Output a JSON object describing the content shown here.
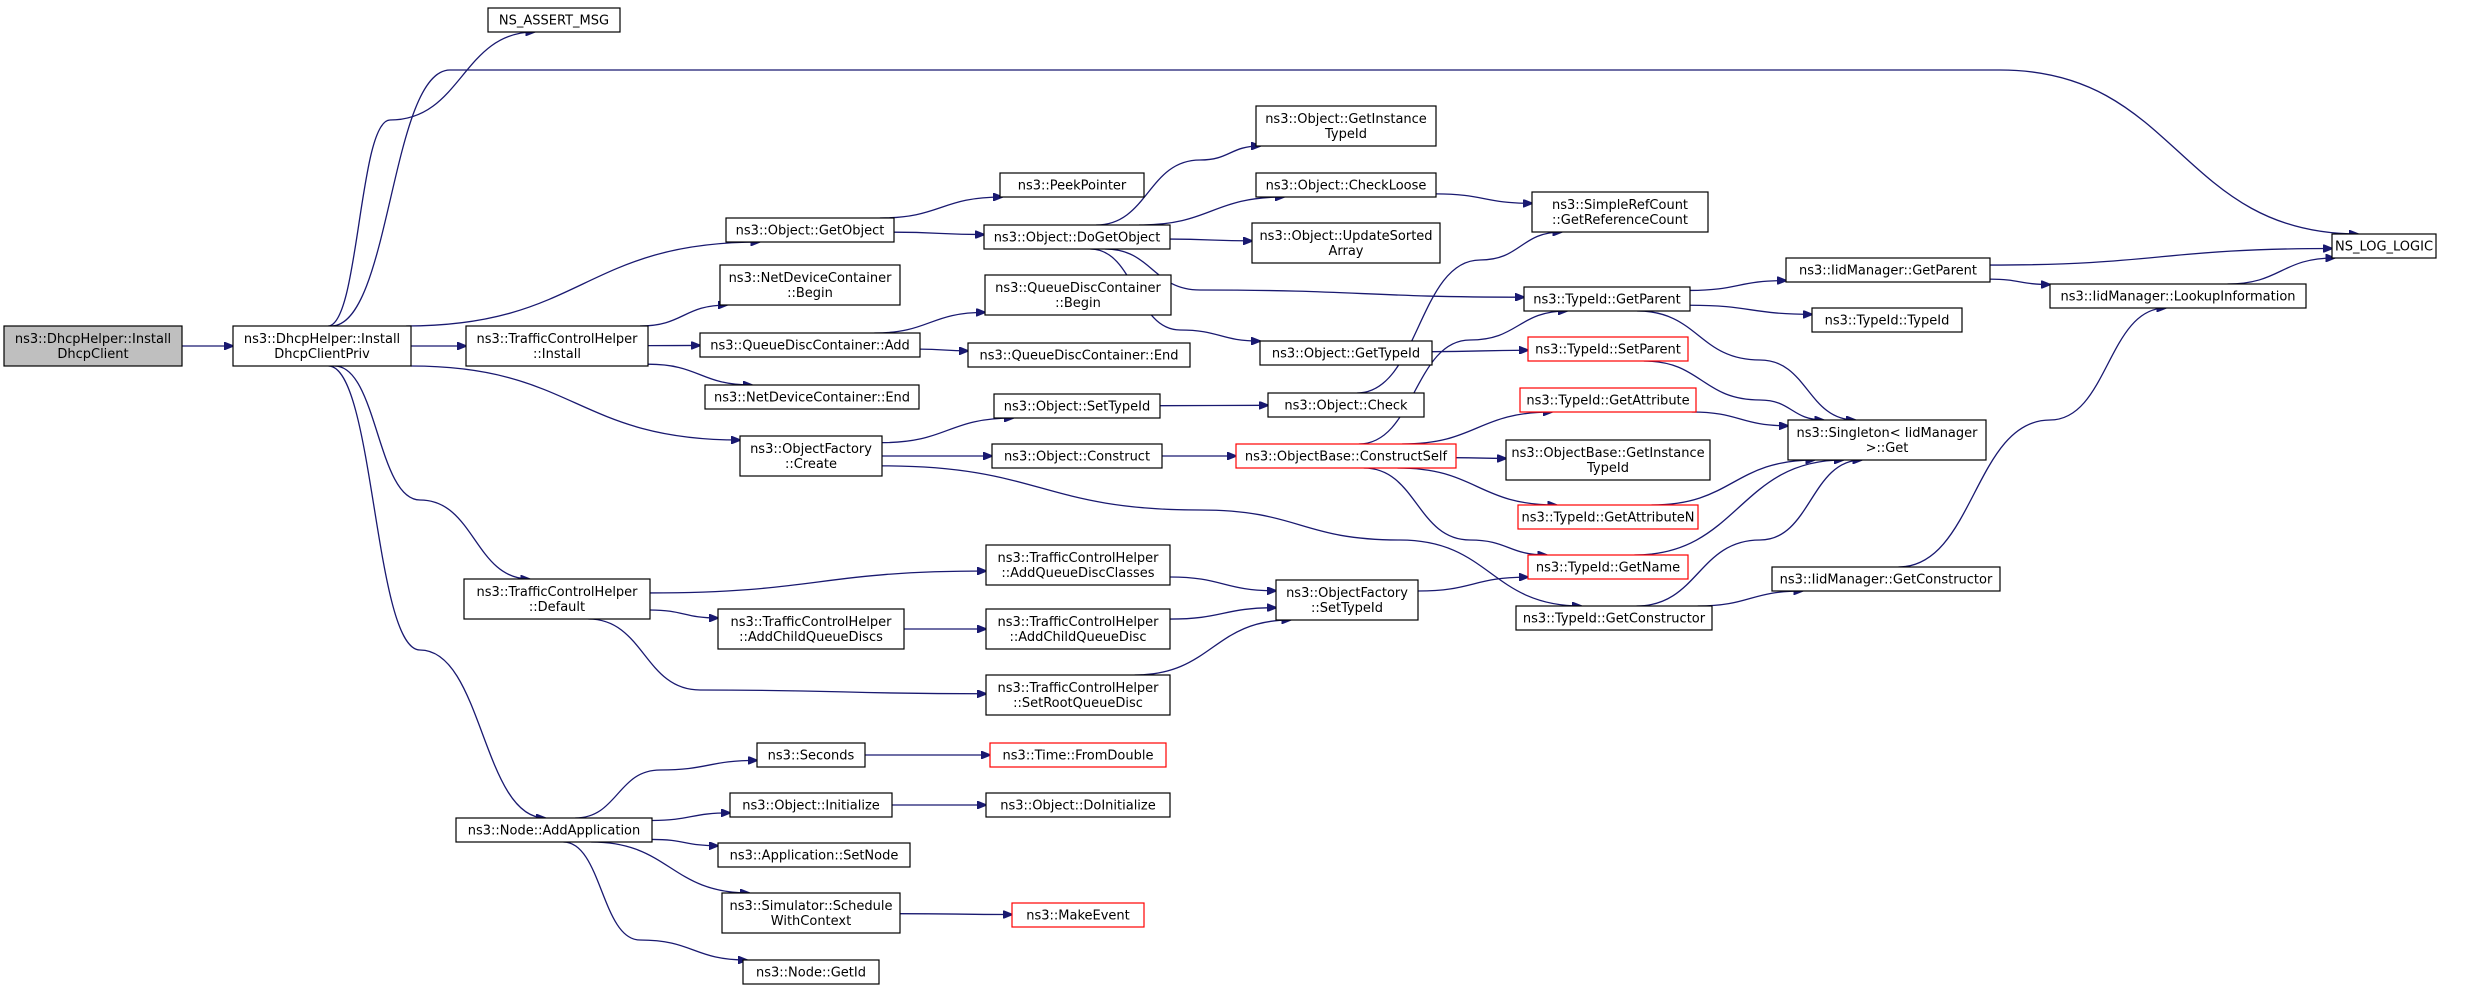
{
  "diagram": {
    "nodes": [
      {
        "id": "root",
        "lines": [
          "ns3::DhcpHelper::Install",
          "DhcpClient"
        ],
        "style": "root"
      },
      {
        "id": "installpriv",
        "lines": [
          "ns3::DhcpHelper::Install",
          "DhcpClientPriv"
        ],
        "style": "normal"
      },
      {
        "id": "assert",
        "lines": [
          "NS_ASSERT_MSG"
        ],
        "style": "normal"
      },
      {
        "id": "log",
        "lines": [
          "NS_LOG_LOGIC"
        ],
        "style": "normal"
      },
      {
        "id": "getobject",
        "lines": [
          "ns3::Object::GetObject"
        ],
        "style": "normal"
      },
      {
        "id": "peek",
        "lines": [
          "ns3::PeekPointer"
        ],
        "style": "normal"
      },
      {
        "id": "dogetobject",
        "lines": [
          "ns3::Object::DoGetObject"
        ],
        "style": "normal"
      },
      {
        "id": "getinstance",
        "lines": [
          "ns3::Object::GetInstance",
          "TypeId"
        ],
        "style": "normal"
      },
      {
        "id": "checkloose",
        "lines": [
          "ns3::Object::CheckLoose"
        ],
        "style": "normal"
      },
      {
        "id": "updatesorted",
        "lines": [
          "ns3::Object::UpdateSorted",
          "Array"
        ],
        "style": "normal"
      },
      {
        "id": "getrefcount",
        "lines": [
          "ns3::SimpleRefCount",
          "::GetReferenceCount"
        ],
        "style": "normal"
      },
      {
        "id": "ndc_begin",
        "lines": [
          "ns3::NetDeviceContainer",
          "::Begin"
        ],
        "style": "normal"
      },
      {
        "id": "tch_install",
        "lines": [
          "ns3::TrafficControlHelper",
          "::Install"
        ],
        "style": "normal"
      },
      {
        "id": "qdc_add",
        "lines": [
          "ns3::QueueDiscContainer::Add"
        ],
        "style": "normal"
      },
      {
        "id": "qdc_begin",
        "lines": [
          "ns3::QueueDiscContainer",
          "::Begin"
        ],
        "style": "normal"
      },
      {
        "id": "qdc_end",
        "lines": [
          "ns3::QueueDiscContainer::End"
        ],
        "style": "normal"
      },
      {
        "id": "ndc_end",
        "lines": [
          "ns3::NetDeviceContainer::End"
        ],
        "style": "normal"
      },
      {
        "id": "getparent",
        "lines": [
          "ns3::TypeId::GetParent"
        ],
        "style": "normal"
      },
      {
        "id": "iid_getparent",
        "lines": [
          "ns3::IidManager::GetParent"
        ],
        "style": "normal"
      },
      {
        "id": "lookup",
        "lines": [
          "ns3::IidManager::LookupInformation"
        ],
        "style": "normal"
      },
      {
        "id": "typeid_typeid",
        "lines": [
          "ns3::TypeId::TypeId"
        ],
        "style": "normal"
      },
      {
        "id": "gettypeid",
        "lines": [
          "ns3::Object::GetTypeId"
        ],
        "style": "normal"
      },
      {
        "id": "setparent",
        "lines": [
          "ns3::TypeId::SetParent"
        ],
        "style": "red"
      },
      {
        "id": "settypeid",
        "lines": [
          "ns3::Object::SetTypeId"
        ],
        "style": "normal"
      },
      {
        "id": "check",
        "lines": [
          "ns3::Object::Check"
        ],
        "style": "normal"
      },
      {
        "id": "getattribute",
        "lines": [
          "ns3::TypeId::GetAttribute"
        ],
        "style": "red"
      },
      {
        "id": "singleton",
        "lines": [
          "ns3::Singleton< IidManager",
          " >::Get"
        ],
        "style": "normal"
      },
      {
        "id": "of_create",
        "lines": [
          "ns3::ObjectFactory",
          "::Create"
        ],
        "style": "normal"
      },
      {
        "id": "construct",
        "lines": [
          "ns3::Object::Construct"
        ],
        "style": "normal"
      },
      {
        "id": "constructself",
        "lines": [
          "ns3::ObjectBase::ConstructSelf"
        ],
        "style": "red"
      },
      {
        "id": "ob_getinstance",
        "lines": [
          "ns3::ObjectBase::GetInstance",
          "TypeId"
        ],
        "style": "normal"
      },
      {
        "id": "getattributen",
        "lines": [
          "ns3::TypeId::GetAttributeN"
        ],
        "style": "red"
      },
      {
        "id": "getname",
        "lines": [
          "ns3::TypeId::GetName"
        ],
        "style": "red"
      },
      {
        "id": "getconstructor",
        "lines": [
          "ns3::TypeId::GetConstructor"
        ],
        "style": "normal"
      },
      {
        "id": "iid_getconstructor",
        "lines": [
          "ns3::IidManager::GetConstructor"
        ],
        "style": "normal"
      },
      {
        "id": "tch_default",
        "lines": [
          "ns3::TrafficControlHelper",
          "::Default"
        ],
        "style": "normal"
      },
      {
        "id": "tch_addqdclasses",
        "lines": [
          "ns3::TrafficControlHelper",
          "::AddQueueDiscClasses"
        ],
        "style": "normal"
      },
      {
        "id": "tch_addchildqds",
        "lines": [
          "ns3::TrafficControlHelper",
          "::AddChildQueueDiscs"
        ],
        "style": "normal"
      },
      {
        "id": "tch_addchildqd",
        "lines": [
          "ns3::TrafficControlHelper",
          "::AddChildQueueDisc"
        ],
        "style": "normal"
      },
      {
        "id": "tch_setroot",
        "lines": [
          "ns3::TrafficControlHelper",
          "::SetRootQueueDisc"
        ],
        "style": "normal"
      },
      {
        "id": "of_settypeid",
        "lines": [
          "ns3::ObjectFactory",
          "::SetTypeId"
        ],
        "style": "normal"
      },
      {
        "id": "seconds",
        "lines": [
          "ns3::Seconds"
        ],
        "style": "normal"
      },
      {
        "id": "fromdouble",
        "lines": [
          "ns3::Time::FromDouble"
        ],
        "style": "red"
      },
      {
        "id": "addapp",
        "lines": [
          "ns3::Node::AddApplication"
        ],
        "style": "normal"
      },
      {
        "id": "initialize",
        "lines": [
          "ns3::Object::Initialize"
        ],
        "style": "normal"
      },
      {
        "id": "doinitialize",
        "lines": [
          "ns3::Object::DoInitialize"
        ],
        "style": "normal"
      },
      {
        "id": "setnode",
        "lines": [
          "ns3::Application::SetNode"
        ],
        "style": "normal"
      },
      {
        "id": "schedule",
        "lines": [
          "ns3::Simulator::Schedule",
          "WithContext"
        ],
        "style": "normal"
      },
      {
        "id": "makeevent",
        "lines": [
          "ns3::MakeEvent"
        ],
        "style": "red"
      },
      {
        "id": "getid",
        "lines": [
          "ns3::Node::GetId"
        ],
        "style": "normal"
      }
    ],
    "edges": [
      [
        "root",
        "installpriv"
      ],
      [
        "installpriv",
        "assert"
      ],
      [
        "installpriv",
        "log"
      ],
      [
        "installpriv",
        "getobject"
      ],
      [
        "installpriv",
        "tch_install"
      ],
      [
        "installpriv",
        "of_create"
      ],
      [
        "installpriv",
        "tch_default"
      ],
      [
        "installpriv",
        "addapp"
      ],
      [
        "getobject",
        "peek"
      ],
      [
        "getobject",
        "dogetobject"
      ],
      [
        "dogetobject",
        "getinstance"
      ],
      [
        "dogetobject",
        "checkloose"
      ],
      [
        "dogetobject",
        "updatesorted"
      ],
      [
        "dogetobject",
        "getparent"
      ],
      [
        "dogetobject",
        "gettypeid"
      ],
      [
        "checkloose",
        "getrefcount"
      ],
      [
        "tch_install",
        "ndc_begin"
      ],
      [
        "tch_install",
        "qdc_add"
      ],
      [
        "tch_install",
        "ndc_end"
      ],
      [
        "qdc_add",
        "qdc_begin"
      ],
      [
        "qdc_add",
        "qdc_end"
      ],
      [
        "getparent",
        "iid_getparent"
      ],
      [
        "getparent",
        "typeid_typeid"
      ],
      [
        "getparent",
        "singleton"
      ],
      [
        "iid_getparent",
        "log"
      ],
      [
        "iid_getparent",
        "lookup"
      ],
      [
        "lookup",
        "log"
      ],
      [
        "gettypeid",
        "setparent"
      ],
      [
        "setparent",
        "singleton"
      ],
      [
        "of_create",
        "settypeid"
      ],
      [
        "of_create",
        "construct"
      ],
      [
        "of_create",
        "getconstructor"
      ],
      [
        "settypeid",
        "check"
      ],
      [
        "check",
        "getrefcount"
      ],
      [
        "construct",
        "constructself"
      ],
      [
        "constructself",
        "getparent"
      ],
      [
        "constructself",
        "getattribute"
      ],
      [
        "constructself",
        "ob_getinstance"
      ],
      [
        "constructself",
        "getattributen"
      ],
      [
        "constructself",
        "getname"
      ],
      [
        "getattribute",
        "singleton"
      ],
      [
        "getattributen",
        "singleton"
      ],
      [
        "getname",
        "singleton"
      ],
      [
        "getconstructor",
        "singleton"
      ],
      [
        "getconstructor",
        "iid_getconstructor"
      ],
      [
        "iid_getconstructor",
        "lookup"
      ],
      [
        "tch_default",
        "tch_addqdclasses"
      ],
      [
        "tch_default",
        "tch_addchildqds"
      ],
      [
        "tch_default",
        "tch_setroot"
      ],
      [
        "tch_addchildqds",
        "tch_addchildqd"
      ],
      [
        "tch_addqdclasses",
        "of_settypeid"
      ],
      [
        "tch_addchildqd",
        "of_settypeid"
      ],
      [
        "tch_setroot",
        "of_settypeid"
      ],
      [
        "of_settypeid",
        "getname"
      ],
      [
        "addapp",
        "seconds"
      ],
      [
        "addapp",
        "initialize"
      ],
      [
        "addapp",
        "setnode"
      ],
      [
        "addapp",
        "schedule"
      ],
      [
        "addapp",
        "getid"
      ],
      [
        "seconds",
        "fromdouble"
      ],
      [
        "initialize",
        "doinitialize"
      ],
      [
        "schedule",
        "makeevent"
      ]
    ]
  }
}
